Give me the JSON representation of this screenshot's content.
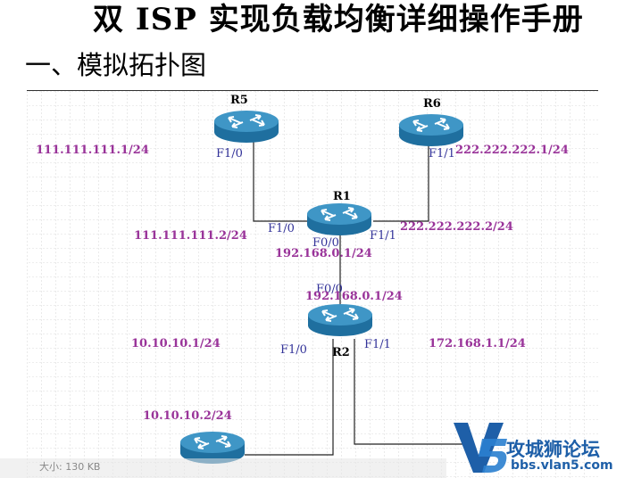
{
  "document": {
    "title": "双 ISP 实现负载均衡详细操作手册",
    "section_heading": "一、模拟拓扑图"
  },
  "topology": {
    "routers": {
      "r5": "R5",
      "r6": "R6",
      "r1": "R1",
      "r2": "R2"
    },
    "ip_labels": {
      "r5_f10": "111.111.111.1/24",
      "r6_f11": "222.222.222.1/24",
      "r1_f10": "111.111.111.2/24",
      "r1_f11": "222.222.222.2/24",
      "r1_f00": "192.168.0.1/24",
      "r2_f00": "192.168.0.1/24",
      "r2_f10": "10.10.10.1/24",
      "r2_f11": "172.168.1.1/24",
      "host_left": "10.10.10.2/24"
    },
    "interface_labels": {
      "r5_f10": "F1/0",
      "r6_f11": "F1/1",
      "r1_f10": "F1/0",
      "r1_f11": "F1/1",
      "r1_f00": "F0/0",
      "r2_f00": "F0/0",
      "r2_f10": "F1/0",
      "r2_f11": "F1/1"
    }
  },
  "footer": {
    "size_text": "大小: 130 KB"
  },
  "watermark": {
    "text": "攻城狮论坛",
    "url": "bbs.vlan5.com",
    "color": "#1e5fa8"
  }
}
